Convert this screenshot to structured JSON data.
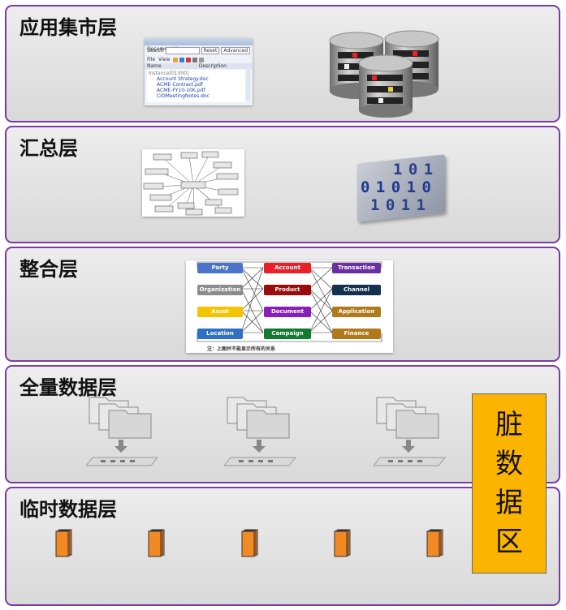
{
  "layers": [
    {
      "title": "应用集市层"
    },
    {
      "title": "汇总层"
    },
    {
      "title": "整合层"
    },
    {
      "title": "全量数据层"
    },
    {
      "title": "临时数据层"
    }
  ],
  "dirty_zone": {
    "chars": [
      "脏",
      "数",
      "据",
      "区"
    ],
    "color": "#fbb400"
  },
  "document_manager": {
    "title": "Document Manager",
    "search_label": "Search",
    "reset_label": "Reset",
    "advanced_label": "Advanced",
    "menu_file": "File",
    "menu_view": "View",
    "col_name": "Name",
    "col_description": "Description",
    "folder": "Instance[01000]",
    "files": [
      "Account Strategy.doc",
      "ACME-Contract.pdf",
      "ACME-FY10-10K.pdf",
      "CIOMeetingNotes.doc"
    ]
  },
  "binary_cube": {
    "rows": [
      "1 0 1",
      "0 1 0 1 0",
      "1 0 1 1"
    ]
  },
  "integration_model": {
    "col1": [
      {
        "label": "Party",
        "color": "#4a73c9"
      },
      {
        "label": "Organization",
        "color": "#8c8c8c"
      },
      {
        "label": "Asset",
        "color": "#f4c400"
      },
      {
        "label": "Location",
        "color": "#2f6fc4"
      }
    ],
    "col2": [
      {
        "label": "Account",
        "color": "#e8202a"
      },
      {
        "label": "Product",
        "color": "#9b0b0b"
      },
      {
        "label": "Document",
        "color": "#8a1fb8"
      },
      {
        "label": "Campaign",
        "color": "#127a30"
      }
    ],
    "col3": [
      {
        "label": "Transaction",
        "color": "#6a2fa0"
      },
      {
        "label": "Channel",
        "color": "#14314f"
      },
      {
        "label": "Application",
        "color": "#b0791a"
      },
      {
        "label": "Finance",
        "color": "#b0791a"
      }
    ],
    "caption": "注：上图并不能显示所有的关系"
  },
  "colors": {
    "layer_border": "#7b3aa8",
    "file_orange": "#f07a14"
  }
}
